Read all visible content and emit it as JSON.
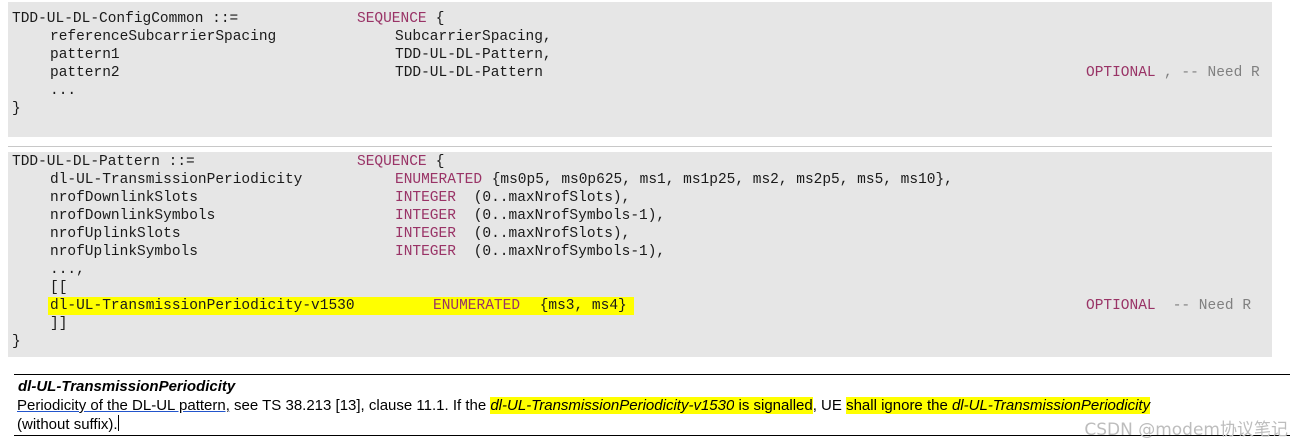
{
  "block1": {
    "lines": [
      {
        "c1": "TDD-UL-DL-ConfigCommon ::=",
        "kw": "SEQUENCE",
        "rest": " {"
      },
      {
        "c1": "referenceSubcarrierSpacing",
        "c2": "SubcarrierSpacing,"
      },
      {
        "c1": "pattern1",
        "c2": "TDD-UL-DL-Pattern,"
      },
      {
        "c1": "pattern2",
        "c2": "TDD-UL-DL-Pattern",
        "opt": "OPTIONAL",
        "comment": ", -- Need R"
      },
      {
        "c1": "..."
      },
      {
        "c1": "}"
      }
    ]
  },
  "block2": {
    "lines": [
      {
        "c1": "TDD-UL-DL-Pattern ::=",
        "kw": "SEQUENCE",
        "rest": " {"
      },
      {
        "c1": "dl-UL-TransmissionPeriodicity",
        "kw": "ENUMERATED",
        "rest": " {ms0p5, ms0p625, ms1, ms1p25, ms2, ms2p5, ms5, ms10},"
      },
      {
        "c1": "nrofDownlinkSlots",
        "kw": "INTEGER",
        "rest": " (0..maxNrofSlots),"
      },
      {
        "c1": "nrofDownlinkSymbols",
        "kw": "INTEGER",
        "rest": " (0..maxNrofSymbols-1),"
      },
      {
        "c1": "nrofUplinkSlots",
        "kw": "INTEGER",
        "rest": " (0..maxNrofSlots),"
      },
      {
        "c1": "nrofUplinkSymbols",
        "kw": "INTEGER",
        "rest": " (0..maxNrofSymbols-1),"
      },
      {
        "c1": "...,"
      },
      {
        "c1": "[["
      },
      {
        "c1": "dl-UL-TransmissionPeriodicity-v1530",
        "kw": "ENUMERATED",
        "rest": " {ms3, ms4}",
        "opt": "OPTIONAL",
        "comment": " -- Need R"
      },
      {
        "c1": "]]"
      },
      {
        "c1": "}"
      }
    ]
  },
  "description": {
    "field_name": "dl-UL-TransmissionPeriodicity",
    "t1": "Periodicity of the DL-UL pattern,",
    "t2": " see TS 38.213 [13], clause 11.1. If the ",
    "t3": "dl-UL-TransmissionPeriodicity-v1530",
    "t4": " is signalled",
    "t5": ", UE ",
    "t6": "shall ignore the ",
    "t7": "dl-UL-TransmissionPeriodicity",
    "t8": "(without suffix)."
  },
  "watermark": "CSDN @modem协议笔记",
  "colors": {
    "keyword": "#993366",
    "comment": "#808080",
    "highlight": "#ffff00",
    "code_background": "#e6e6e6"
  }
}
